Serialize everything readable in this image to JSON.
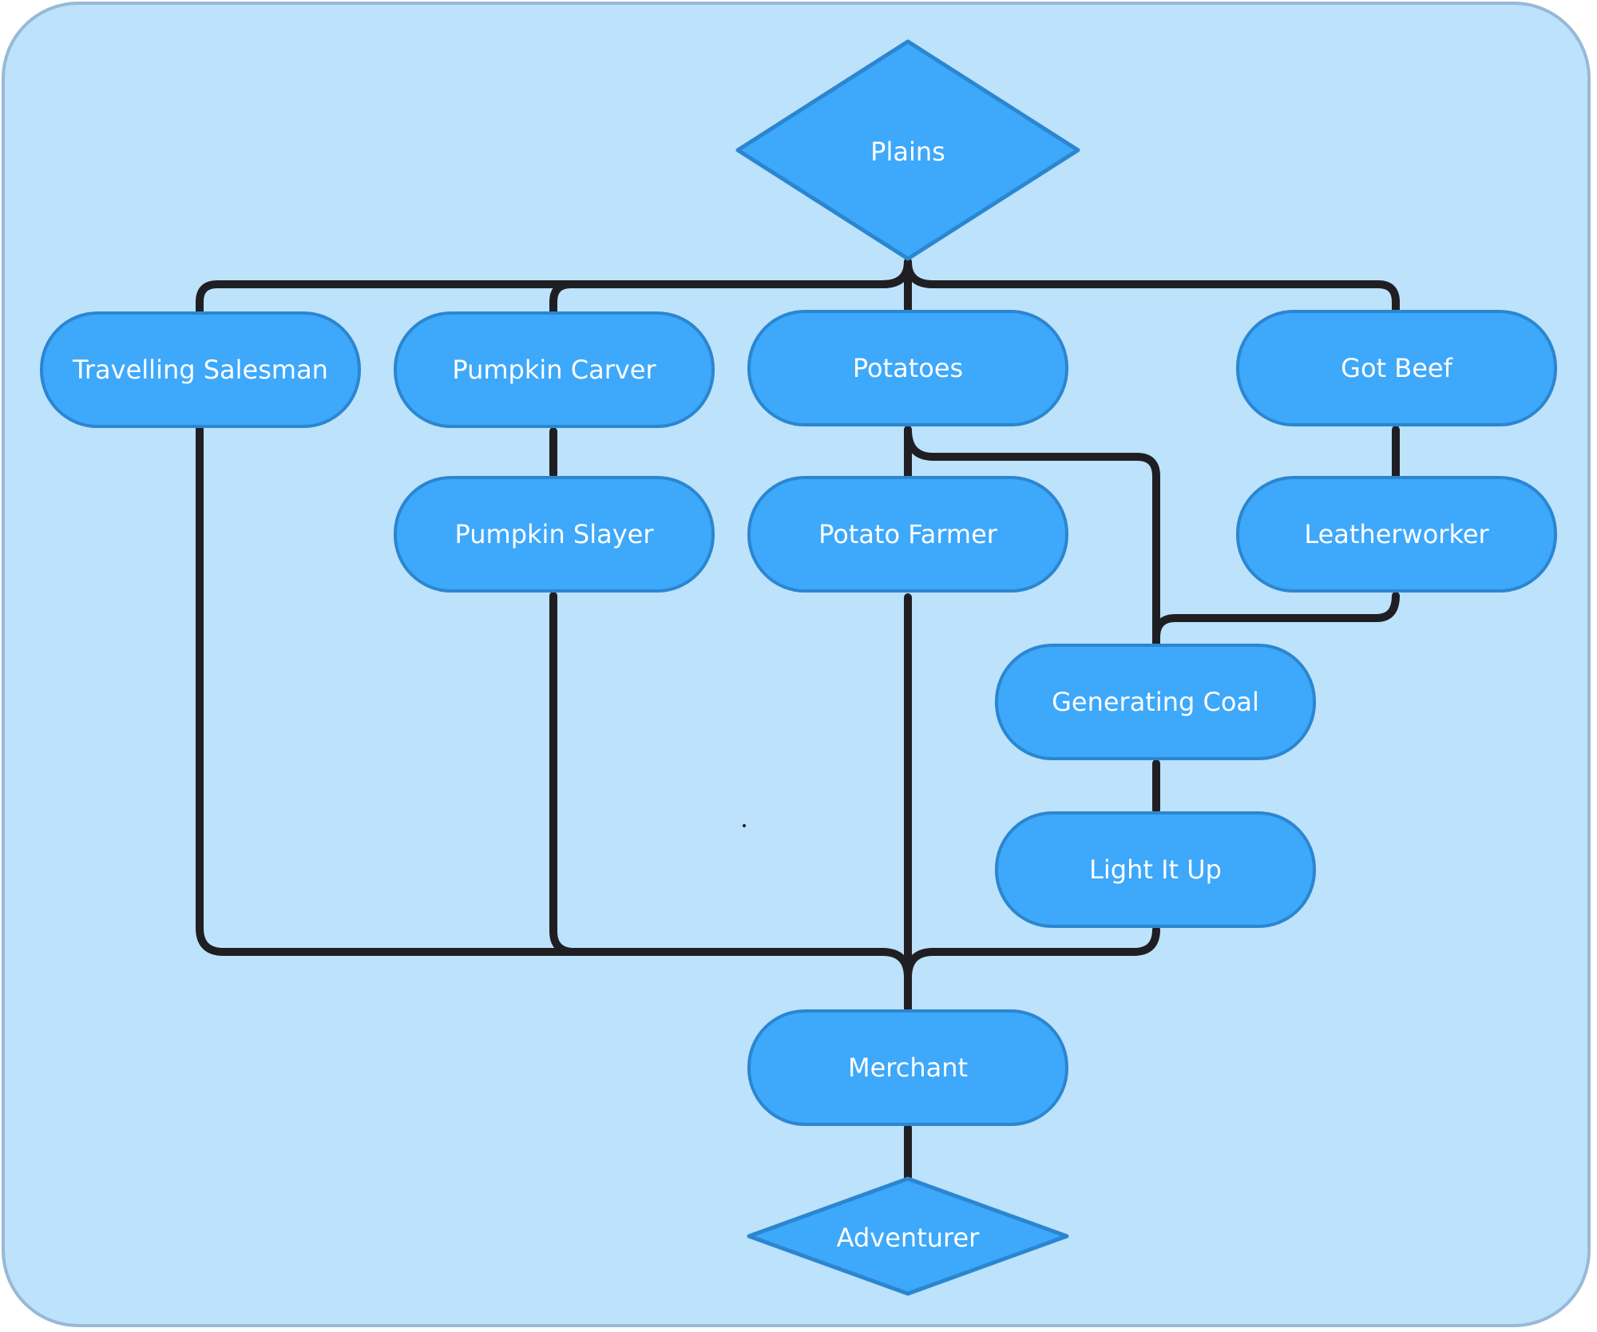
{
  "diagram": {
    "start_node": "Plains",
    "end_node": "Adventurer",
    "nodes": {
      "travelling_salesman": "Travelling Salesman",
      "pumpkin_carver": "Pumpkin Carver",
      "potatoes": "Potatoes",
      "got_beef": "Got Beef",
      "pumpkin_slayer": "Pumpkin Slayer",
      "potato_farmer": "Potato Farmer",
      "leatherworker": "Leatherworker",
      "generating_coal": "Generating Coal",
      "light_it_up": "Light It Up",
      "merchant": "Merchant"
    },
    "edges": [
      [
        "Plains",
        "Travelling Salesman"
      ],
      [
        "Plains",
        "Pumpkin Carver"
      ],
      [
        "Plains",
        "Potatoes"
      ],
      [
        "Plains",
        "Got Beef"
      ],
      [
        "Pumpkin Carver",
        "Pumpkin Slayer"
      ],
      [
        "Potatoes",
        "Potato Farmer"
      ],
      [
        "Potatoes",
        "Generating Coal"
      ],
      [
        "Got Beef",
        "Leatherworker"
      ],
      [
        "Leatherworker",
        "Generating Coal"
      ],
      [
        "Generating Coal",
        "Light It Up"
      ],
      [
        "Travelling Salesman",
        "Merchant"
      ],
      [
        "Pumpkin Slayer",
        "Merchant"
      ],
      [
        "Potato Farmer",
        "Merchant"
      ],
      [
        "Light It Up",
        "Merchant"
      ],
      [
        "Merchant",
        "Adventurer"
      ]
    ],
    "colors": {
      "background": "#bde2fb",
      "node_fill": "#3ea8fb",
      "node_border": "#2b86d0",
      "connector": "#1f1f23",
      "text": "#ffffff"
    }
  }
}
